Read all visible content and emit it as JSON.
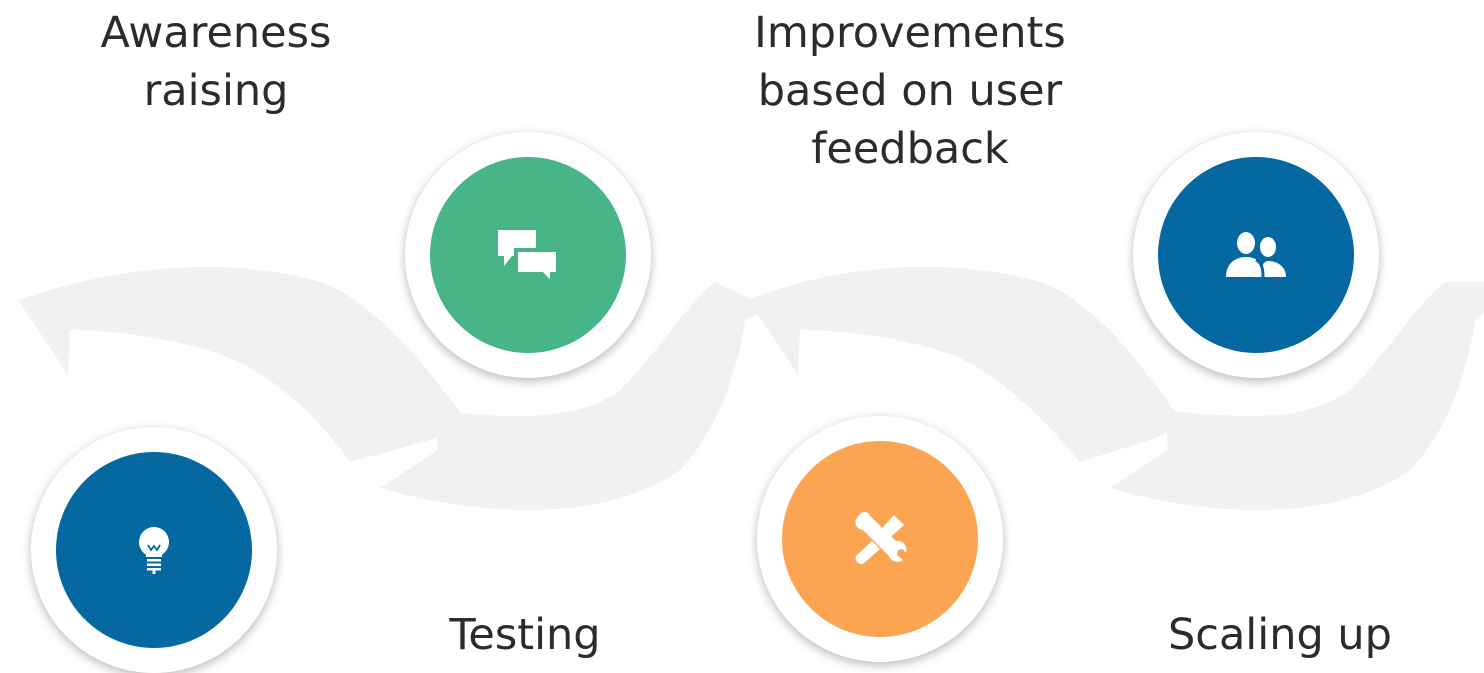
{
  "colors": {
    "blue": "#0568a0",
    "green": "#48b589",
    "orange": "#fba553",
    "wave": "#f1f1f1"
  },
  "steps": [
    {
      "label": "Awareness\nraising",
      "icon": "lightbulb-icon",
      "color": "#0568a0"
    },
    {
      "label": "Testing",
      "icon": "chat-bubbles-icon",
      "color": "#48b589"
    },
    {
      "label": "Improvements\nbased on user\nfeedback",
      "icon": "tools-icon",
      "color": "#fba553"
    },
    {
      "label": "Scaling up",
      "icon": "users-icon",
      "color": "#0568a0"
    }
  ]
}
